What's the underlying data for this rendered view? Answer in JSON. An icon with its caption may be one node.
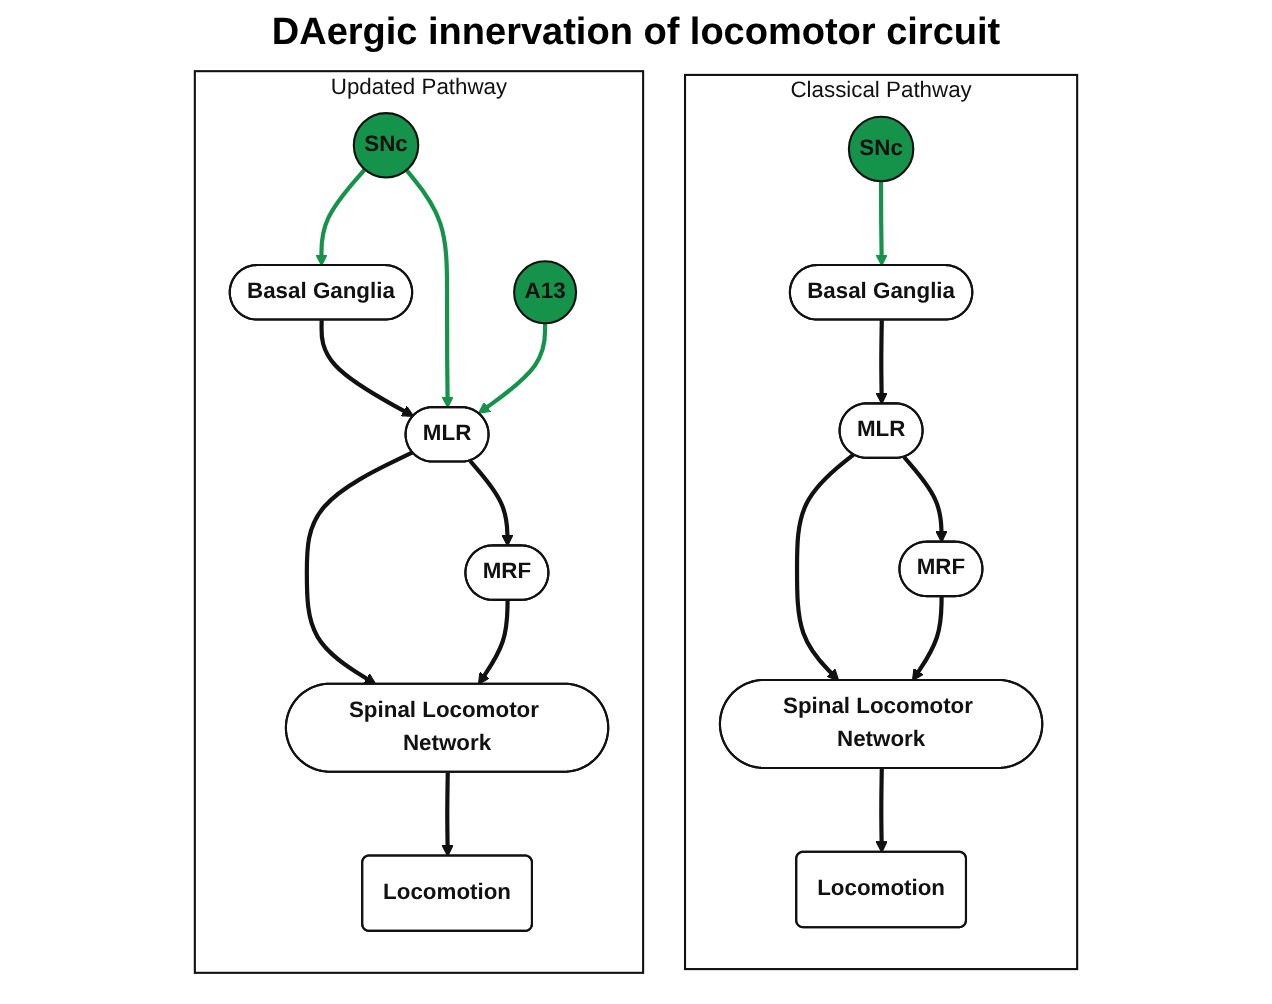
{
  "diagram": {
    "title": "DAergic innervation of locomotor circuit",
    "nodes": [
      {
        "text": [
          "Classical Pathway"
        ]
      },
      {
        "text": [
          "Basal Ganglia"
        ],
        "in": 0
      },
      {
        "text": [
          "SNc"
        ],
        "in": 0
      },
      {
        "text": [
          "MLR"
        ],
        "in": 0
      },
      {
        "text": [
          "MRF"
        ],
        "in": 0
      },
      {
        "text": [
          "Spinal Locomotor Network"
        ],
        "in": 0
      },
      {
        "text": [
          "Locomotion"
        ],
        "in": 0
      },
      {
        "text": [
          "Updated Pathway"
        ]
      },
      {
        "text": [
          "Basal Ganglia"
        ],
        "in": 7
      },
      {
        "text": [
          "SNc"
        ],
        "in": 7
      },
      {
        "text": [
          "A13"
        ],
        "in": 7
      },
      {
        "text": [
          "MLR"
        ],
        "in": 7
      },
      {
        "text": [
          "MRF"
        ],
        "in": 7
      },
      {
        "text": [
          "Spinal Locomotor Network"
        ],
        "in": 7
      },
      {
        "text": [
          "Locomotion"
        ],
        "in": 7
      }
    ],
    "edges": [
      {
        "from": 2,
        "to": 1,
        "arrow": "to",
        "color": "#16934a"
      },
      {
        "from": 1,
        "to": 3,
        "arrow": "to"
      },
      {
        "from": 3,
        "to": 4,
        "arrow": "to"
      },
      {
        "from": 3,
        "to": 5,
        "arrow": "to"
      },
      {
        "from": 4,
        "to": 5,
        "arrow": "to"
      },
      {
        "from": 5,
        "to": 6,
        "arrow": "to"
      },
      {
        "from": 9,
        "to": 8,
        "arrow": "to",
        "color": "#16934a"
      },
      {
        "from": 8,
        "to": 11,
        "arrow": "to"
      },
      {
        "from": 9,
        "to": 11,
        "arrow": "to",
        "color": "#16934a"
      },
      {
        "from": 10,
        "to": 11,
        "arrow": "to",
        "color": "#16934a"
      },
      {
        "from": 11,
        "to": 12,
        "arrow": "to"
      },
      {
        "from": 11,
        "to": 13,
        "arrow": "to"
      },
      {
        "from": 12,
        "to": 13,
        "arrow": "to"
      },
      {
        "from": 13,
        "to": 14,
        "arrow": "to"
      }
    ]
  }
}
